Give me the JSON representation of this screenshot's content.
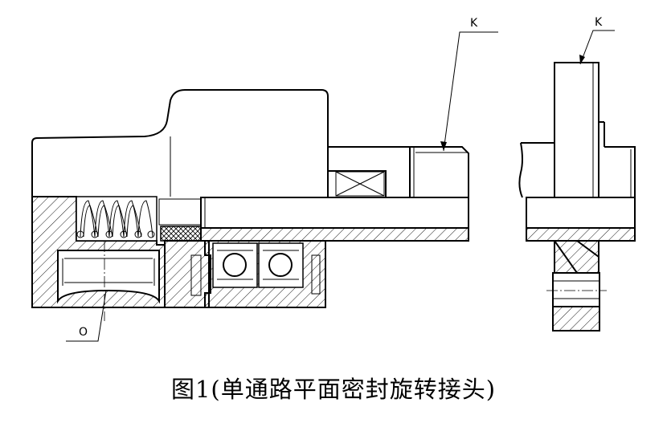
{
  "caption": {
    "figure": "图1",
    "description": "(单通路平面密封旋转接头)"
  },
  "labels": {
    "k_left": "K",
    "k_right": "K",
    "o": "O"
  }
}
